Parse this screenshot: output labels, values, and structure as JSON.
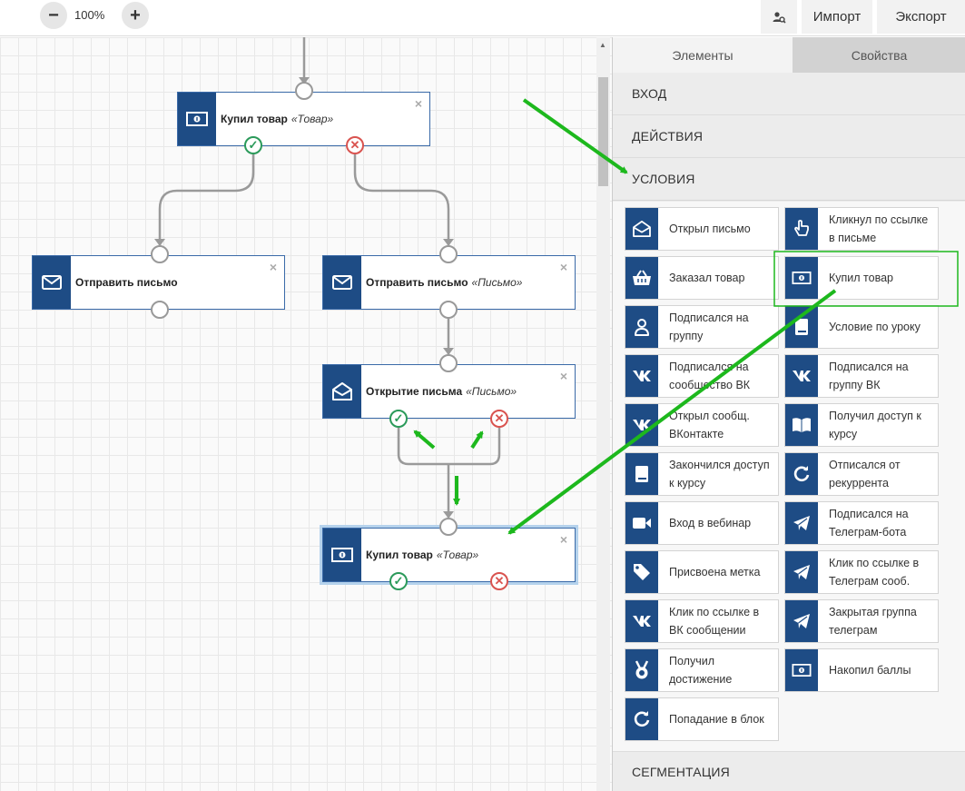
{
  "toolbar": {
    "zoom_out": "−",
    "zoom_level": "100%",
    "zoom_in": "+",
    "import_label": "Импорт",
    "export_label": "Экспорт"
  },
  "blocks": [
    {
      "title": "Купил товар",
      "sub": "«Товар»",
      "icon": "money-icon"
    },
    {
      "title": "Отправить письмо",
      "sub": "",
      "icon": "envelope-icon"
    },
    {
      "title": "Отправить письмо",
      "sub": "«Письмо»",
      "icon": "envelope-icon"
    },
    {
      "title": "Открытие письма",
      "sub": "«Письмо»",
      "icon": "envelope-open-icon"
    },
    {
      "title": "Купил товар",
      "sub": "«Товар»",
      "icon": "money-icon"
    }
  ],
  "block_close": "×",
  "port_yes": "✓",
  "port_no": "✕",
  "panel": {
    "tabs": [
      "Элементы",
      "Свойства"
    ],
    "sections": [
      "ВХОД",
      "ДЕЙСТВИЯ",
      "УСЛОВИЯ",
      "СЕГМЕНТАЦИЯ"
    ],
    "conditions": [
      {
        "label": "Открыл письмо",
        "icon": "envelope-open-icon"
      },
      {
        "label": "Кликнул по ссылке в письме",
        "icon": "pointer-hand-icon"
      },
      {
        "label": "Заказал товар",
        "icon": "basket-icon"
      },
      {
        "label": "Купил товар",
        "icon": "money-icon"
      },
      {
        "label": "Подписался на группу",
        "icon": "user-icon"
      },
      {
        "label": "Условие по уроку",
        "icon": "book-icon"
      },
      {
        "label": "Подписался на сообщество ВК",
        "icon": "vk-icon"
      },
      {
        "label": "Подписался на группу ВК",
        "icon": "vk-icon"
      },
      {
        "label": "Открыл сообщ. ВКонтакте",
        "icon": "vk-icon"
      },
      {
        "label": "Получил доступ к курсу",
        "icon": "open-book-icon"
      },
      {
        "label": "Закончился доступ к курсу",
        "icon": "book-icon"
      },
      {
        "label": "Отписался от рекуррента",
        "icon": "refresh-icon"
      },
      {
        "label": "Вход в вебинар",
        "icon": "video-icon"
      },
      {
        "label": "Подписался на Телеграм-бота",
        "icon": "telegram-icon"
      },
      {
        "label": "Присвоена метка",
        "icon": "tag-icon"
      },
      {
        "label": "Клик по ссылке в Телеграм сооб.",
        "icon": "telegram-icon"
      },
      {
        "label": "Клик по ссылке в ВК сообщении",
        "icon": "vk-icon"
      },
      {
        "label": "Закрытая группа телеграм",
        "icon": "telegram-icon"
      },
      {
        "label": "Получил достижение",
        "icon": "medal-icon"
      },
      {
        "label": "Накопил баллы",
        "icon": "money-icon"
      },
      {
        "label": "Попадание в блок",
        "icon": "refresh-icon"
      }
    ]
  },
  "colors": {
    "brand": "#1e4c85",
    "yes": "#2b9a5a",
    "no": "#d9534f",
    "annotation": "#1db81d"
  }
}
